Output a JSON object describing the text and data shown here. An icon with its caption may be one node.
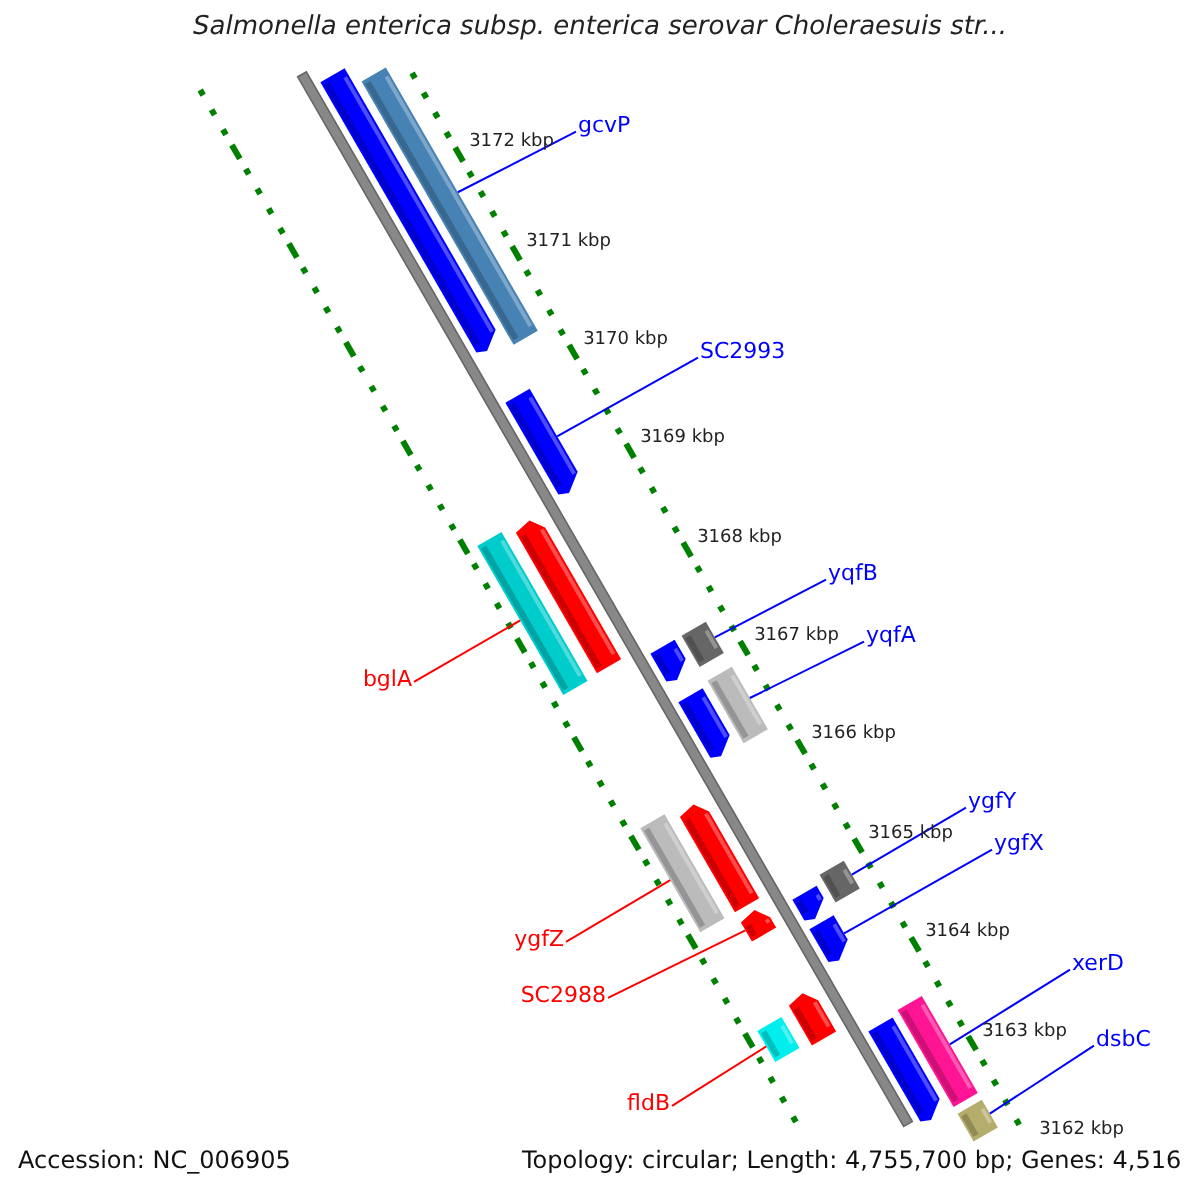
{
  "diagram": {
    "title": "Salmonella enterica subsp. enterica serovar Choleraesuis str...",
    "nodes": [
      {
        "text": [
          "gcvP"
        ]
      },
      {
        "text": [
          "SC2993"
        ]
      },
      {
        "text": [
          "yqfB"
        ]
      },
      {
        "text": [
          "yqfA"
        ]
      },
      {
        "text": [
          "bglA"
        ]
      },
      {
        "text": [
          "ygfY"
        ]
      },
      {
        "text": [
          "ygfX"
        ]
      },
      {
        "text": [
          "ygfZ"
        ]
      },
      {
        "text": [
          "SC2988"
        ]
      },
      {
        "text": [
          "fldB"
        ]
      },
      {
        "text": [
          "xerD"
        ]
      },
      {
        "text": [
          "dsbC"
        ]
      },
      {
        "text": [],
        "shape": "arrow"
      },
      {
        "text": [],
        "shape": "bar"
      },
      {
        "text": [],
        "shape": "arrow"
      },
      {
        "text": [],
        "shape": "bar"
      },
      {
        "text": [],
        "shape": "arrow"
      },
      {
        "text": [],
        "shape": "arrow"
      },
      {
        "text": [],
        "shape": "bar"
      },
      {
        "text": [],
        "shape": "bar"
      },
      {
        "text": [],
        "shape": "arrow"
      },
      {
        "text": [],
        "shape": "bar"
      },
      {
        "text": [],
        "shape": "arrow"
      },
      {
        "text": [],
        "shape": "arrow"
      },
      {
        "text": [],
        "shape": "bar"
      },
      {
        "text": [],
        "shape": "arrow"
      },
      {
        "text": [],
        "shape": "arrow"
      },
      {
        "text": [],
        "shape": "arrow"
      },
      {
        "text": [],
        "shape": "bar"
      },
      {
        "text": [],
        "shape": "bar"
      },
      {
        "text": [],
        "shape": "arrow"
      },
      {
        "text": [],
        "shape": "bar"
      }
    ],
    "edges": [
      {
        "from": 0,
        "to": 13,
        "arrow": "none"
      },
      {
        "from": 1,
        "to": 14,
        "arrow": "none"
      },
      {
        "from": 2,
        "to": 18,
        "arrow": "none"
      },
      {
        "from": 3,
        "to": 19,
        "arrow": "none"
      },
      {
        "from": 4,
        "to": 15,
        "arrow": "none",
        "color": "#ff0000"
      },
      {
        "from": 5,
        "to": 24,
        "arrow": "none"
      },
      {
        "from": 6,
        "to": 26,
        "arrow": "none"
      },
      {
        "from": 7,
        "to": 21,
        "arrow": "none",
        "color": "#ff0000"
      },
      {
        "from": 8,
        "to": 23,
        "arrow": "none",
        "color": "#ff0000"
      },
      {
        "from": 9,
        "to": 28,
        "arrow": "none",
        "color": "#ff0000"
      },
      {
        "from": 10,
        "to": 29,
        "arrow": "none"
      },
      {
        "from": 11,
        "to": 31,
        "arrow": "none"
      }
    ],
    "labels": [
      "3172 kbp",
      "3171 kbp",
      "3170 kbp",
      "3169 kbp",
      "3168 kbp",
      "3167 kbp",
      "3166 kbp",
      "3165 kbp",
      "3164 kbp",
      "3163 kbp",
      "3162 kbp",
      "Accession: NC_006905",
      "Topology: circular; Length: 4,755,700 bp; Genes: 4,516"
    ]
  }
}
